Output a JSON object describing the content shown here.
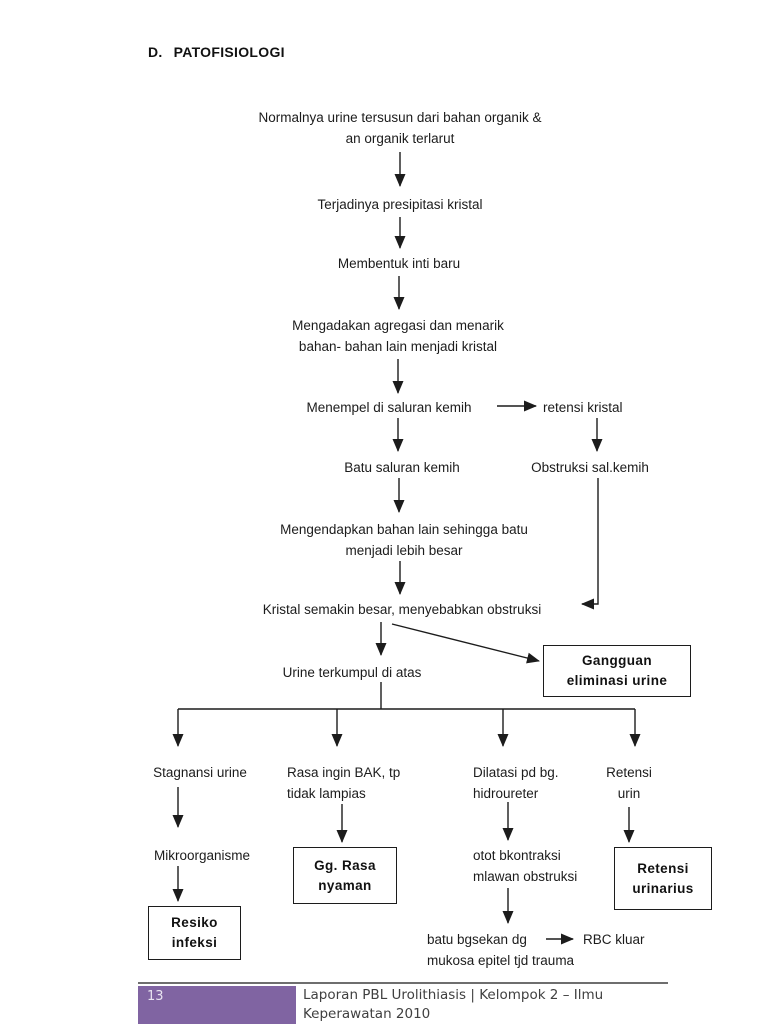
{
  "header": {
    "numbering": "D.",
    "title": "PATOFISIOLOGI"
  },
  "flowchart": {
    "nodes": {
      "normalnya": "Normalnya urine tersusun dari bahan organik &\nan organik terlarut",
      "presipitasi": "Terjadinya presipitasi kristal",
      "inti_baru": "Membentuk inti baru",
      "agregasi": "Mengadakan agregasi dan menarik\nbahan- bahan lain menjadi kristal",
      "menempel": "Menempel di saluran kemih",
      "retensi_kristal": "retensi kristal",
      "batu_saluran": "Batu saluran kemih",
      "obstruksi_sal": "Obstruksi sal.kemih",
      "mengendapkan": "Mengendapkan bahan lain sehingga batu\nmenjadi lebih besar",
      "kristal_semakin": "Kristal semakin besar, menyebabkan obstruksi",
      "urine_terkumpul": "Urine terkumpul di atas",
      "gangguan_eliminasi": "Gangguan\neliminasi urine",
      "stagnansi": "Stagnansi urine",
      "rasa_ingin": "Rasa ingin BAK, tp\ntidak lampias",
      "dilatasi": "Dilatasi pd bg.\nhidroureter",
      "retensi_urin": "Retensi\nurin",
      "mikroorganisme": "Mikroorganisme",
      "resiko_infeksi": "Resiko\ninfeksi",
      "gg_rasa_nyaman": "Gg. Rasa\nnyaman",
      "otot_bkontraksi": "otot bkontraksi\nmlawan obstruksi",
      "retensi_urinarius": "Retensi\nurinarius",
      "batu_bgsekan": "batu bgsekan dg\nmukosa epitel tjd trauma",
      "rbc_kluar": "RBC kluar"
    }
  },
  "footer": {
    "page_number": "13",
    "text": "Laporan PBL Urolithiasis  |  Kelompok 2 – Ilmu\nKeperawatan 2010"
  },
  "colors": {
    "footer_bar": "#8064A2",
    "footer_text": "#404040",
    "diagram_line": "#1c1c1c"
  }
}
